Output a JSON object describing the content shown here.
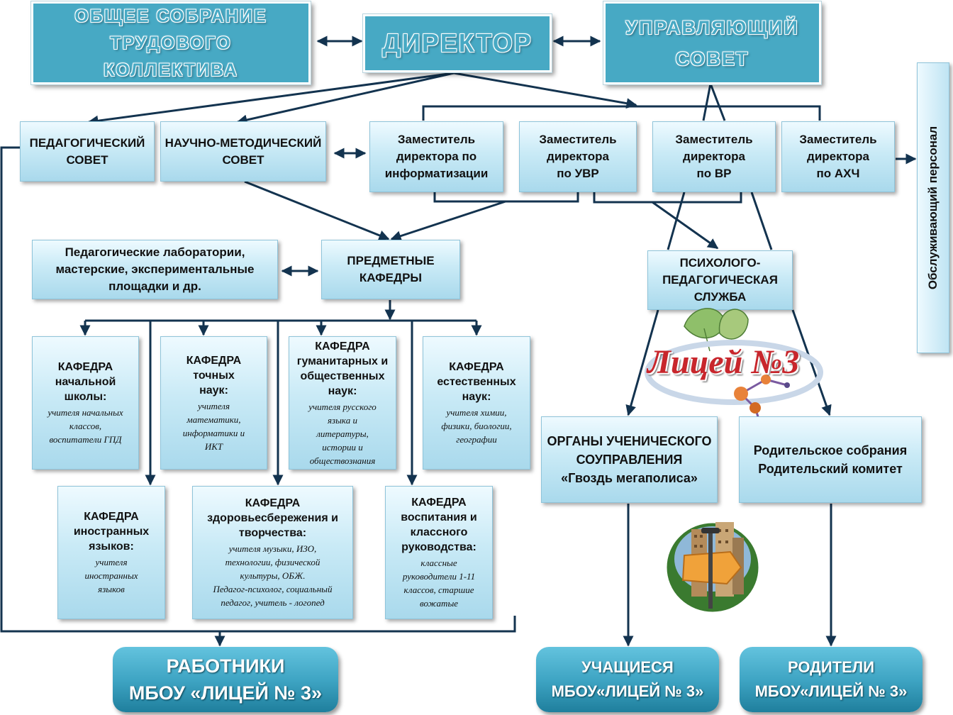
{
  "governance": {
    "general_meeting": "ОБЩЕЕ    СОБРАНИЕ\nТРУДОВОГО\nКОЛЛЕКТИВА",
    "director": "ДИРЕКТОР",
    "governing_council": "УПРАВЛЯЮЩИЙ\nСОВЕТ"
  },
  "councils": {
    "pedagogical": "ПЕДАГОГИЧЕСКИЙ\nСОВЕТ",
    "scientific_methodical": "НАУЧНО-МЕТОДИЧЕСКИЙ\nСОВЕТ"
  },
  "deputies": {
    "it": "Заместитель\nдиректора по\nинформатизации",
    "uvr": "Заместитель\nдиректора\nпо УВР",
    "vr": "Заместитель\nдиректора\nпо ВР",
    "ahch": "Заместитель\nдиректора\nпо АХЧ"
  },
  "service_staff": "Обслуживающий   персонал",
  "labs": "Педагогические лаборатории,\nмастерские, экспериментальные\nплощадки и др.",
  "subject_departments": "ПРЕДМЕТНЫЕ\nКАФЕДРЫ",
  "psych_service": "ПСИХОЛОГО-\nПЕДАГОГИЧЕСКАЯ\nСЛУЖБА",
  "departments": {
    "primary": {
      "title": "КАФЕДРА\nначальной\nшколы:",
      "members": "учителя начальных\nклассов,\nвоспитатели ГПД"
    },
    "exact": {
      "title": "КАФЕДРА\nточных\nнаук:",
      "members": "учителя\nматематики,\nинформатики и\nИКТ"
    },
    "humanities": {
      "title": "КАФЕДРА\nгуманитарных и\nобщественных\nнаук:",
      "members": "учителя русского\nязыка и\nлитературы,\nистории и\nобществознания"
    },
    "natural": {
      "title": "КАФЕДРА\nестественных\nнаук:",
      "members": "учителя химии,\nфизики, биологии,\nгеографии"
    },
    "languages": {
      "title": "КАФЕДРА\nиностранных\nязыков:",
      "members": "учителя\nиностранных\nязыков"
    },
    "health": {
      "title": "КАФЕДРА\nздоровьесбережения и\nтворчества:",
      "members": "учителя музыки, ИЗО,\nтехнологии, физической\nкультуры, ОБЖ.\nПедагог-психолог, социальный\nпедагог, учитель - логопед"
    },
    "upbringing": {
      "title": "КАФЕДРА\nвоспитания и\nклассного\nруководства:",
      "members": "классные\nруководители 1-11\nклассов, старшие\nвожатые"
    }
  },
  "student_government": "ОРГАНЫ УЧЕНИЧЕСКОГО\nСОУПРАВЛЕНИЯ\n«Гвоздь мегаполиса»",
  "parent_bodies": "Родительское  собрания\nРодительский комитет",
  "logo": {
    "text": "Лицей №3"
  },
  "bottom": {
    "staff": "РАБОТНИКИ\nМБОУ «ЛИЦЕЙ № 3»",
    "students": "УЧАЩИЕСЯ\nМБОУ«ЛИЦЕЙ № 3»",
    "parents": "РОДИТЕЛИ\nМБОУ«ЛИЦЕЙ № 3»"
  },
  "colors": {
    "dark_header": "#47a9c4",
    "light_box": "#c9eaf6",
    "pill": "#3fa5c4",
    "line": "#13334f"
  }
}
